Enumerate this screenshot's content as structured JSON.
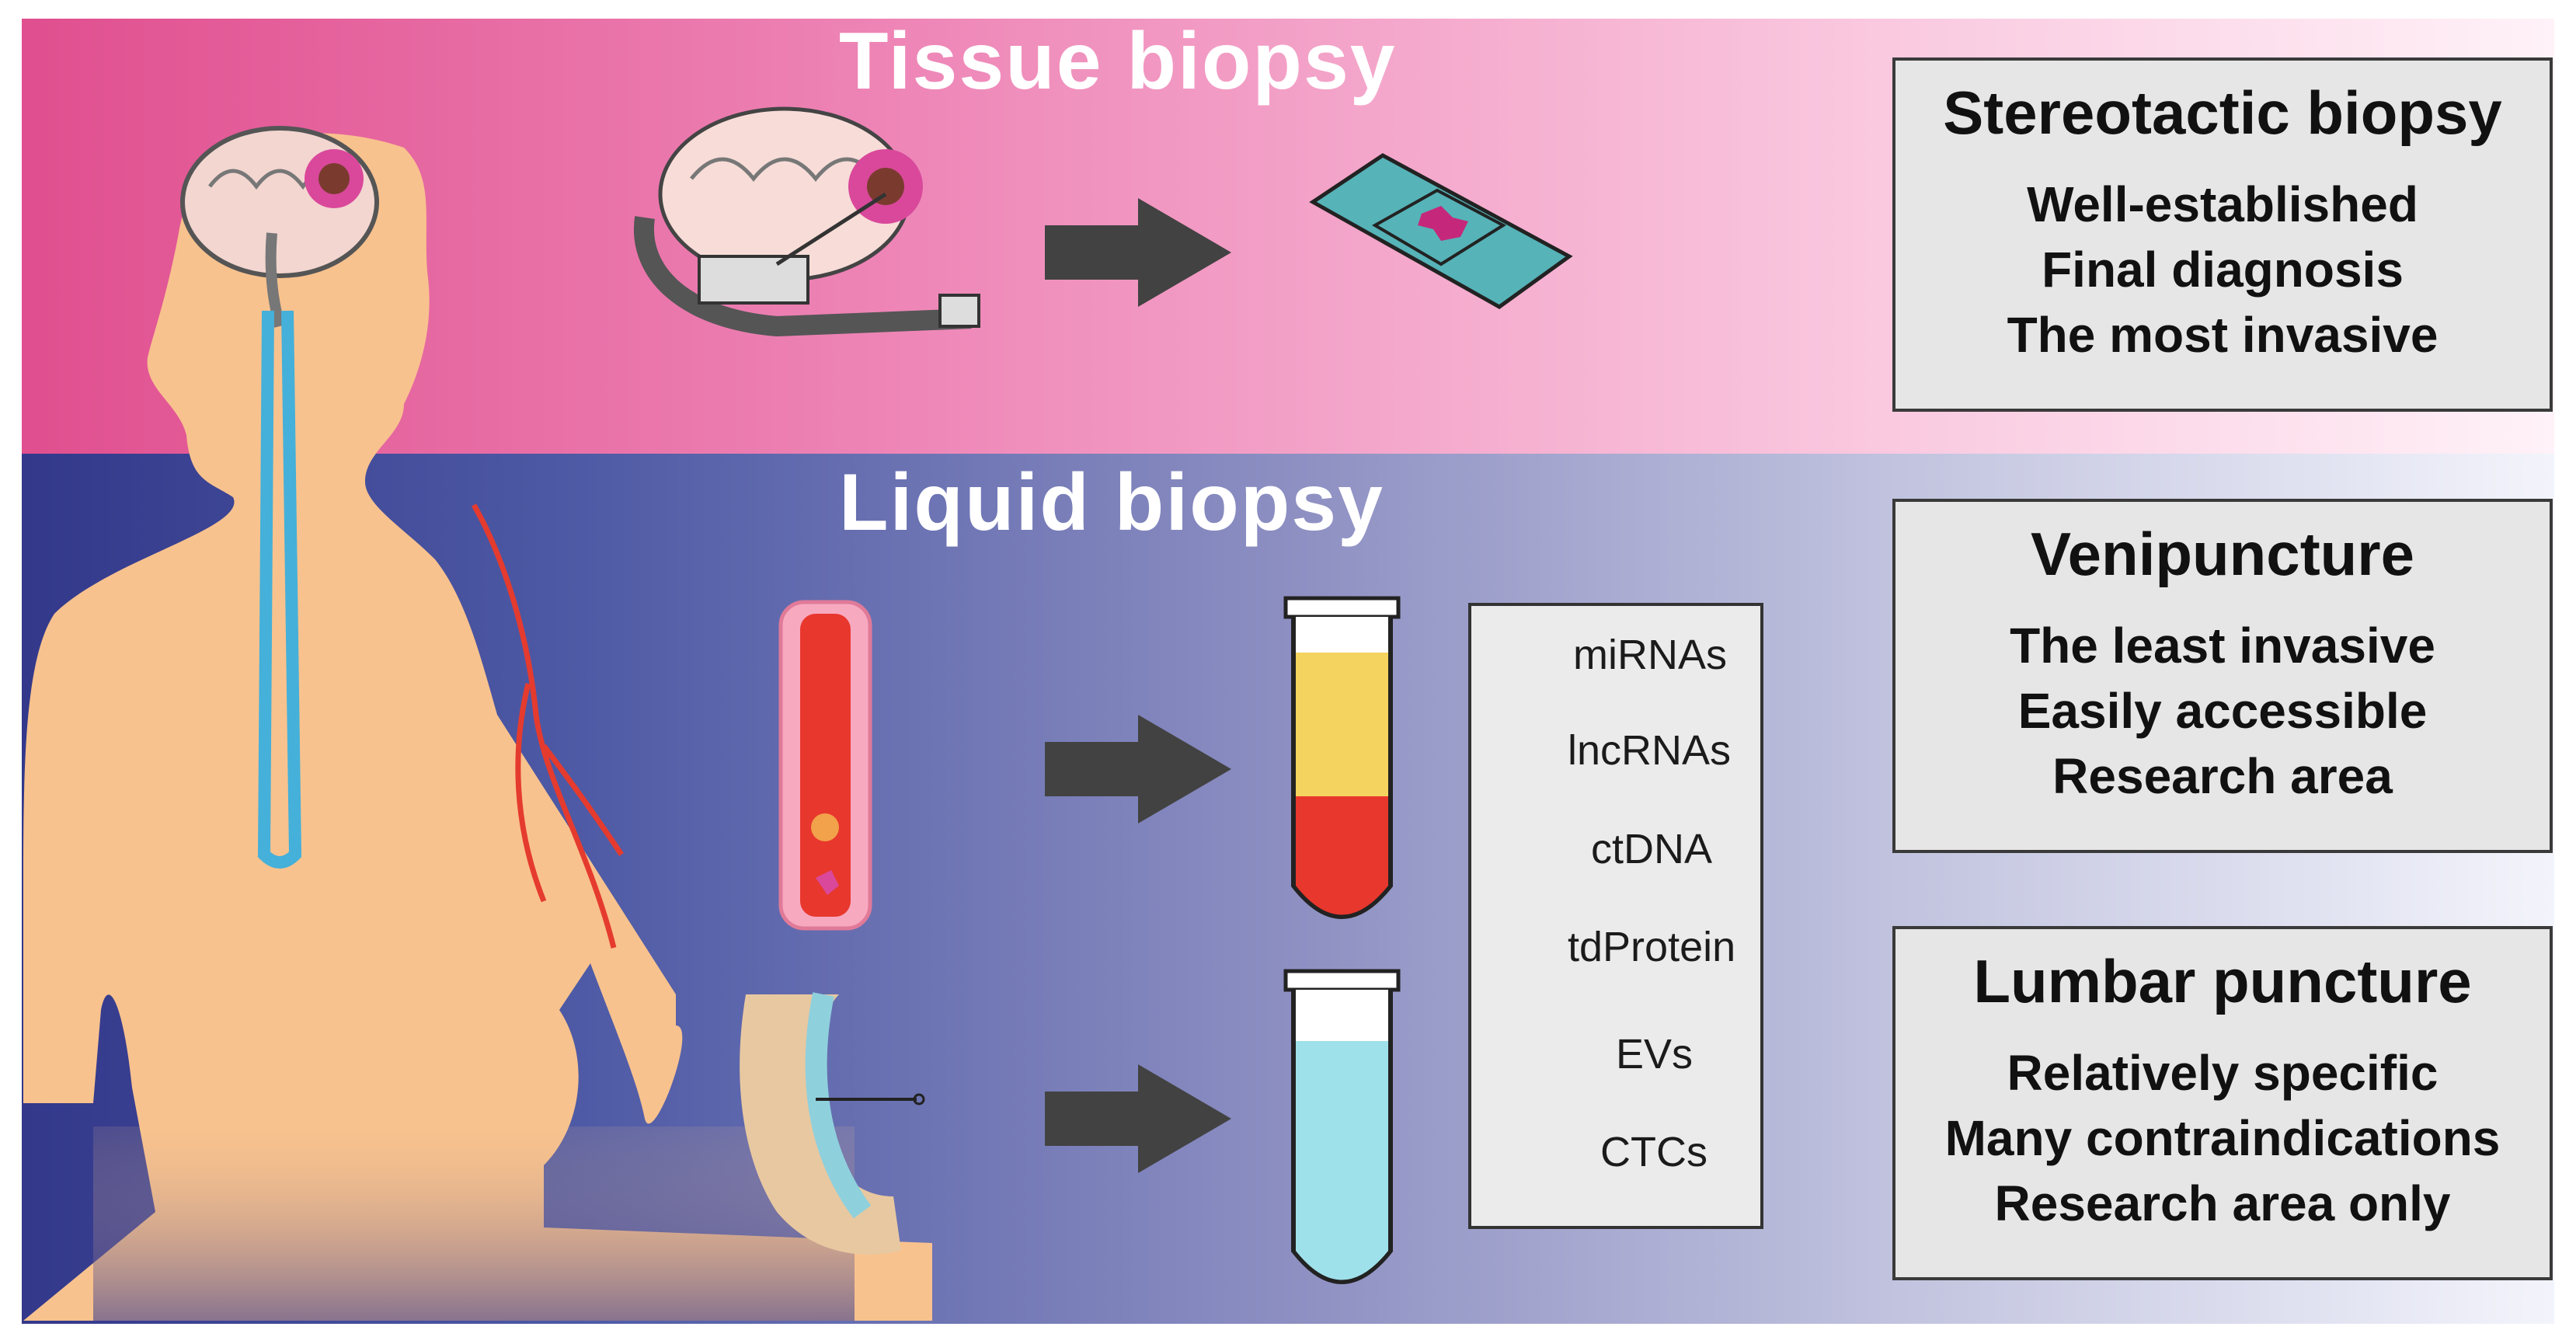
{
  "sections": {
    "tissue_title": "Tissue biopsy",
    "liquid_title": "Liquid biopsy"
  },
  "boxes": [
    {
      "title": "Stereotactic biopsy",
      "lines": [
        "Well-established",
        "Final diagnosis",
        "The most invasive"
      ]
    },
    {
      "title": "Venipuncture",
      "lines": [
        "The least invasive",
        "Easily accessible",
        "Research area"
      ]
    },
    {
      "title": "Lumbar puncture",
      "lines": [
        "Relatively specific",
        "Many contraindications",
        "Research area only"
      ]
    }
  ],
  "legend": [
    {
      "label": "miRNAs",
      "icon": "mirna-icon",
      "color": "#2aa36b"
    },
    {
      "label": "lncRNAs",
      "icon": "lncrna-icon",
      "color": "#222222"
    },
    {
      "label": "ctDNA",
      "icon": "ctdna-icon",
      "color": "#f2d12b"
    },
    {
      "label": "tdProtein",
      "icon": "tdprotein-icon",
      "color": "#3b6fb6"
    },
    {
      "label": "EVs",
      "icon": "ev-icon",
      "color": "#f2a24a"
    },
    {
      "label": "CTCs",
      "icon": "ctc-icon",
      "color": "#d9489b"
    }
  ],
  "colors": {
    "tissue_band": "#e04f8f",
    "liquid_band": "#33388a",
    "arrow": "#424242",
    "body": "#f8c28e",
    "csf": "#45b0d9",
    "vein": "#e53b2e",
    "blood": "#e8372d",
    "plasma": "#f4d35e",
    "csf_fluid": "#9fe1ea",
    "slide": "#56b3b8",
    "tumor": "#c5287a"
  }
}
